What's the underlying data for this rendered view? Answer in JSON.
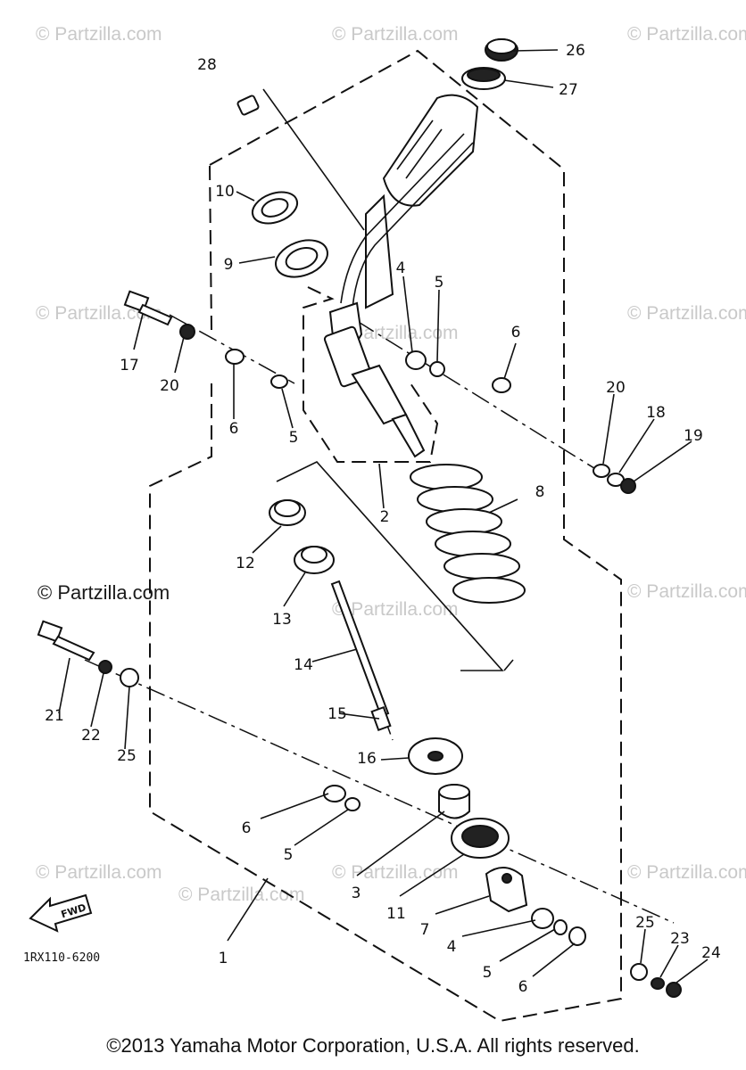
{
  "watermarks": [
    "© Partzilla.com",
    "© Partzilla.com",
    "© Partzilla.com",
    "© Partzilla.com",
    "© Partzilla.com",
    "© Partzilla.com",
    "© Partzilla.com",
    "© Partzilla.com",
    "© Partzilla.com",
    "© Partzilla.com",
    "© Partzilla.com",
    "© Partzilla.com"
  ],
  "watermark_main": "© Partzilla.com",
  "callouts": {
    "n1": "1",
    "n2": "2",
    "n3": "3",
    "n4a": "4",
    "n4b": "4",
    "n5a": "5",
    "n5b": "5",
    "n5c": "5",
    "n5d": "5",
    "n6a": "6",
    "n6b": "6",
    "n6c": "6",
    "n6d": "6",
    "n7": "7",
    "n8": "8",
    "n9": "9",
    "n10": "10",
    "n11": "11",
    "n12": "12",
    "n13": "13",
    "n14": "14",
    "n15": "15",
    "n16": "16",
    "n17": "17",
    "n18": "18",
    "n19": "19",
    "n20a": "20",
    "n20b": "20",
    "n21": "21",
    "n22": "22",
    "n23": "23",
    "n24": "24",
    "n25a": "25",
    "n25b": "25",
    "n26": "26",
    "n27": "27",
    "n28": "28"
  },
  "fwd_label": "FWD",
  "diagram_code": "1RX110-6200",
  "copyright": "©2013 Yamaha Motor Corporation, U.S.A. All rights reserved."
}
